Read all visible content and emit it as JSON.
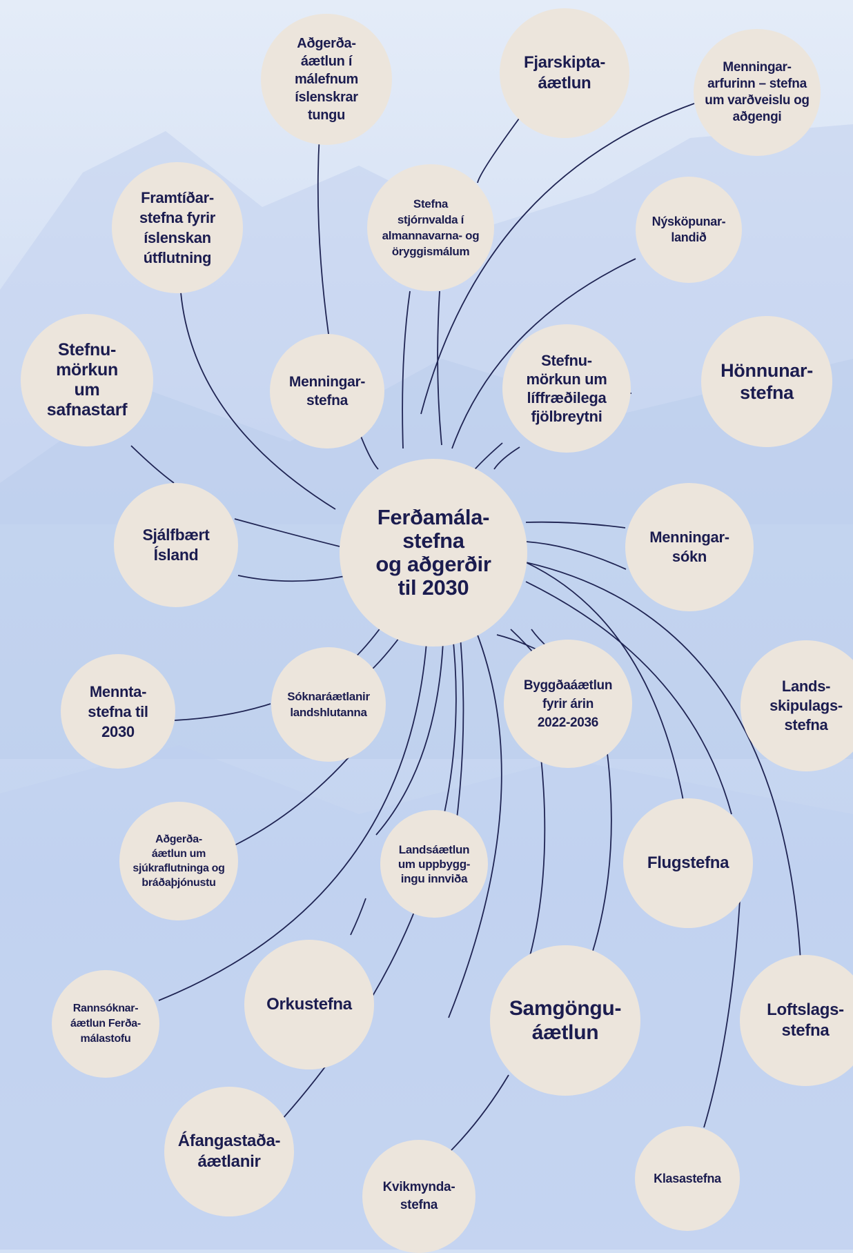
{
  "colors": {
    "node_fill": "#ece5dc",
    "text": "#1b1c4f",
    "line": "#1f2453",
    "background": "#d3e0f5"
  },
  "center": {
    "label": "Ferðamála-\nstefna\nog aðgerðir\ntil 2030"
  },
  "nodes": [
    {
      "id": "adgerda-islensk-tunga",
      "label": "Aðgerða-\náætlun í\nmálefnum\níslenskrar\ntungu"
    },
    {
      "id": "fjarskiptaaaetlun",
      "label": "Fjarskipta-\náætlun"
    },
    {
      "id": "menningararfurinn",
      "label": "Menningar-\narfurinn – stefna\num varðveislu og\naðgengi"
    },
    {
      "id": "framtidarstefna-utflutning",
      "label": "Framtíðar-\nstefna fyrir\níslenskan\nútflutning"
    },
    {
      "id": "stefna-almannavarna",
      "label": "Stefna\nstjórnvalda í\nalmannavarna- og\nöryggismálum"
    },
    {
      "id": "nyskopunarlandid",
      "label": "Nýsköpunar-\nlandið"
    },
    {
      "id": "stefnumorkun-safnastarf",
      "label": "Stefnu-\nmörkun\num\nsafnastarf"
    },
    {
      "id": "menningarstefna",
      "label": "Menningar-\nstefna"
    },
    {
      "id": "liffraedileg-fjolbreytni",
      "label": "Stefnu-\nmörkun um\nlíffræðilega\nfjölbreytni"
    },
    {
      "id": "honnunarstefna",
      "label": "Hönnunar-\nstefna"
    },
    {
      "id": "sjalfbaert-island",
      "label": "Sjálfbært\nÍsland"
    },
    {
      "id": "menningarsokn",
      "label": "Menningar-\nsókn"
    },
    {
      "id": "menntastefna",
      "label": "Mennta-\nstefna til\n2030"
    },
    {
      "id": "soknaraaetlanir",
      "label": "Sóknaráætlanir\nlandshlutanna"
    },
    {
      "id": "byggdaaaetlun",
      "label": "Byggðaáætlun\nfyrir árin\n2022-2036"
    },
    {
      "id": "landsskipulagsstefna",
      "label": "Lands-\nskipulags-\nstefna"
    },
    {
      "id": "sjukraflutningar",
      "label": "Aðgerða-\náætlun um\nsjúkraflutninga og\nbráðaþjónustu"
    },
    {
      "id": "landsaaetlun-innvida",
      "label": "Landsáætlun\num uppbygg-\ningu innviða"
    },
    {
      "id": "flugstefna",
      "label": "Flugstefna"
    },
    {
      "id": "rannsoknaraaetlun",
      "label": "Rannsóknar-\náætlun Ferða-\nmálastofu"
    },
    {
      "id": "orkustefna",
      "label": "Orkustefna"
    },
    {
      "id": "samgonguaaetlun",
      "label": "Samgöngu-\náætlun"
    },
    {
      "id": "loftslagsstefna",
      "label": "Loftslags-\nstefna"
    },
    {
      "id": "afangastadaaaetlanir",
      "label": "Áfangastaða-\náætlanir"
    },
    {
      "id": "kvikmyndastefna",
      "label": "Kvikmynda-\nstefna"
    },
    {
      "id": "klasastefna",
      "label": "Klasastefna"
    }
  ]
}
